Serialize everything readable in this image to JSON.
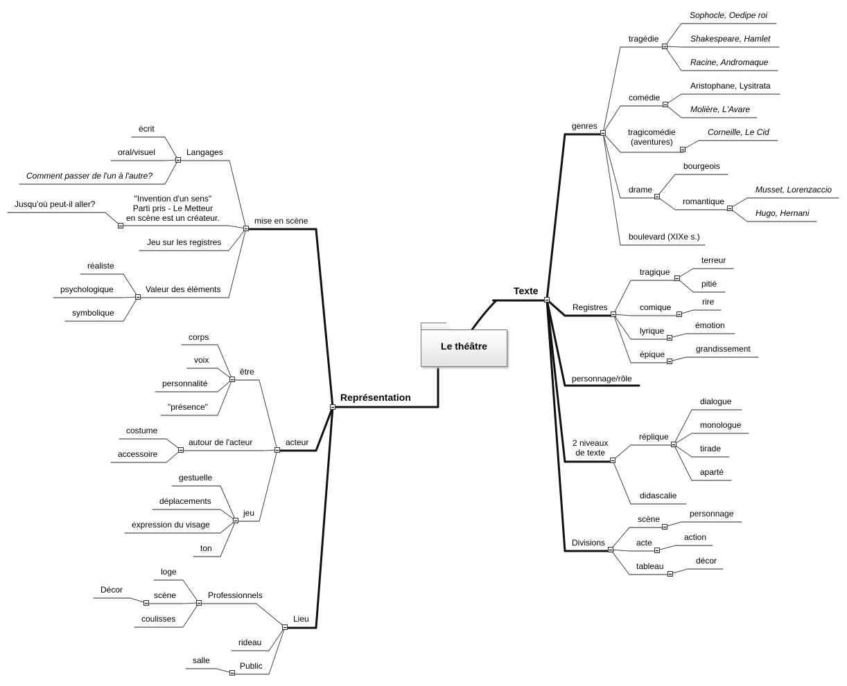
{
  "root": "Le théâtre",
  "nodes": [
    {
      "id": "rep",
      "parent": "root",
      "label": "Représentation",
      "bold": true
    },
    {
      "id": "txt",
      "parent": "root",
      "label": "Texte",
      "bold": true
    },
    {
      "id": "mes",
      "parent": "rep",
      "label": "mise en scène"
    },
    {
      "id": "act",
      "parent": "rep",
      "label": "acteur"
    },
    {
      "id": "lieu",
      "parent": "rep",
      "label": "Lieu"
    },
    {
      "id": "lang",
      "parent": "mes",
      "label": "Langages"
    },
    {
      "id": "ecrit",
      "parent": "lang",
      "label": "écrit"
    },
    {
      "id": "oral",
      "parent": "lang",
      "label": "oral/visuel"
    },
    {
      "id": "comment",
      "parent": "lang",
      "label": "Comment passer de l'un à l'autre?",
      "italic": true
    },
    {
      "id": "invention",
      "parent": "mes",
      "label": "\"Invention d'un sens\"\nParti pris - Le Metteur\nen scène est un créateur."
    },
    {
      "id": "jusquou",
      "parent": "invention",
      "label": "Jusqu'où peut-il aller?"
    },
    {
      "id": "jeureg",
      "parent": "mes",
      "label": "Jeu sur les registres"
    },
    {
      "id": "valeur",
      "parent": "mes",
      "label": "Valeur des éléments"
    },
    {
      "id": "realiste",
      "parent": "valeur",
      "label": "réaliste"
    },
    {
      "id": "psycho",
      "parent": "valeur",
      "label": "psychologique"
    },
    {
      "id": "symbo",
      "parent": "valeur",
      "label": "symbolique"
    },
    {
      "id": "etre",
      "parent": "act",
      "label": "être"
    },
    {
      "id": "corps",
      "parent": "etre",
      "label": "corps"
    },
    {
      "id": "voix",
      "parent": "etre",
      "label": "voix"
    },
    {
      "id": "perso",
      "parent": "etre",
      "label": "personnalité"
    },
    {
      "id": "presence",
      "parent": "etre",
      "label": "\"présence\""
    },
    {
      "id": "autour",
      "parent": "act",
      "label": "autour de l'acteur"
    },
    {
      "id": "costume",
      "parent": "autour",
      "label": "costume"
    },
    {
      "id": "access",
      "parent": "autour",
      "label": "accessoire"
    },
    {
      "id": "jeu",
      "parent": "act",
      "label": "jeu"
    },
    {
      "id": "gestuelle",
      "parent": "jeu",
      "label": "gestuelle"
    },
    {
      "id": "deplac",
      "parent": "jeu",
      "label": "déplacements"
    },
    {
      "id": "expr",
      "parent": "jeu",
      "label": "expression du visage"
    },
    {
      "id": "ton",
      "parent": "jeu",
      "label": "ton"
    },
    {
      "id": "prof",
      "parent": "lieu",
      "label": "Professionnels"
    },
    {
      "id": "loge",
      "parent": "prof",
      "label": "loge"
    },
    {
      "id": "scene1",
      "parent": "prof",
      "label": "scène"
    },
    {
      "id": "decor1",
      "parent": "scene1",
      "label": "Décor"
    },
    {
      "id": "coulisses",
      "parent": "prof",
      "label": "coulisses"
    },
    {
      "id": "rideau",
      "parent": "lieu",
      "label": "rideau"
    },
    {
      "id": "public",
      "parent": "lieu",
      "label": "Public"
    },
    {
      "id": "salle",
      "parent": "public",
      "label": "salle"
    },
    {
      "id": "genres",
      "parent": "txt",
      "label": "genres"
    },
    {
      "id": "tragedie",
      "parent": "genres",
      "label": "tragédie"
    },
    {
      "id": "sopho",
      "parent": "tragedie",
      "label": "Sophocle, Oedipe roi",
      "italic": true
    },
    {
      "id": "shakes",
      "parent": "tragedie",
      "label": "Shakespeare, Hamlet",
      "italic": true
    },
    {
      "id": "racine",
      "parent": "tragedie",
      "label": "Racine, Andromaque",
      "italic": true
    },
    {
      "id": "comedie",
      "parent": "genres",
      "label": "comédie"
    },
    {
      "id": "aristo",
      "parent": "comedie",
      "label": "Aristophane, Lysitrata"
    },
    {
      "id": "moliere",
      "parent": "comedie",
      "label": "Molière, L'Avare",
      "italic": true
    },
    {
      "id": "tragico",
      "parent": "genres",
      "label": "tragicomédie\n(aventures)"
    },
    {
      "id": "corneille",
      "parent": "tragico",
      "label": "Corneille, Le Cid",
      "italic": true
    },
    {
      "id": "drame",
      "parent": "genres",
      "label": "drame"
    },
    {
      "id": "bourgeois",
      "parent": "drame",
      "label": "bourgeois"
    },
    {
      "id": "romantique",
      "parent": "drame",
      "label": "romantique"
    },
    {
      "id": "musset",
      "parent": "romantique",
      "label": "Musset, Lorenzaccio",
      "italic": true
    },
    {
      "id": "hugo",
      "parent": "romantique",
      "label": "Hugo, Hernani",
      "italic": true
    },
    {
      "id": "boulevard",
      "parent": "genres",
      "label": "boulevard (XIXe s.)"
    },
    {
      "id": "registres",
      "parent": "txt",
      "label": "Registres"
    },
    {
      "id": "tragique",
      "parent": "registres",
      "label": "tragique"
    },
    {
      "id": "terreur",
      "parent": "tragique",
      "label": "terreur"
    },
    {
      "id": "pitie",
      "parent": "tragique",
      "label": "pitié"
    },
    {
      "id": "comique",
      "parent": "registres",
      "label": "comique"
    },
    {
      "id": "rire",
      "parent": "comique",
      "label": "rire"
    },
    {
      "id": "lyrique",
      "parent": "registres",
      "label": "lyrique"
    },
    {
      "id": "emotion",
      "parent": "lyrique",
      "label": "émotion"
    },
    {
      "id": "epique",
      "parent": "registres",
      "label": "épique"
    },
    {
      "id": "grandiss",
      "parent": "epique",
      "label": "grandissement"
    },
    {
      "id": "persorole",
      "parent": "txt",
      "label": "personnage/rôle"
    },
    {
      "id": "niveaux",
      "parent": "txt",
      "label": "2 niveaux\nde texte"
    },
    {
      "id": "replique",
      "parent": "niveaux",
      "label": "réplique"
    },
    {
      "id": "dialogue",
      "parent": "replique",
      "label": "dialogue"
    },
    {
      "id": "monologue",
      "parent": "replique",
      "label": "monologue"
    },
    {
      "id": "tirade",
      "parent": "replique",
      "label": "tirade"
    },
    {
      "id": "aparte",
      "parent": "replique",
      "label": "aparté"
    },
    {
      "id": "didasc",
      "parent": "niveaux",
      "label": "didascalie"
    },
    {
      "id": "divisions",
      "parent": "txt",
      "label": "Divisions"
    },
    {
      "id": "scene2",
      "parent": "divisions",
      "label": "scène"
    },
    {
      "id": "personnage",
      "parent": "scene2",
      "label": "personnage"
    },
    {
      "id": "acte",
      "parent": "divisions",
      "label": "acte"
    },
    {
      "id": "action",
      "parent": "acte",
      "label": "action"
    },
    {
      "id": "tableau",
      "parent": "divisions",
      "label": "tableau"
    },
    {
      "id": "decor2",
      "parent": "tableau",
      "label": "décor"
    }
  ]
}
